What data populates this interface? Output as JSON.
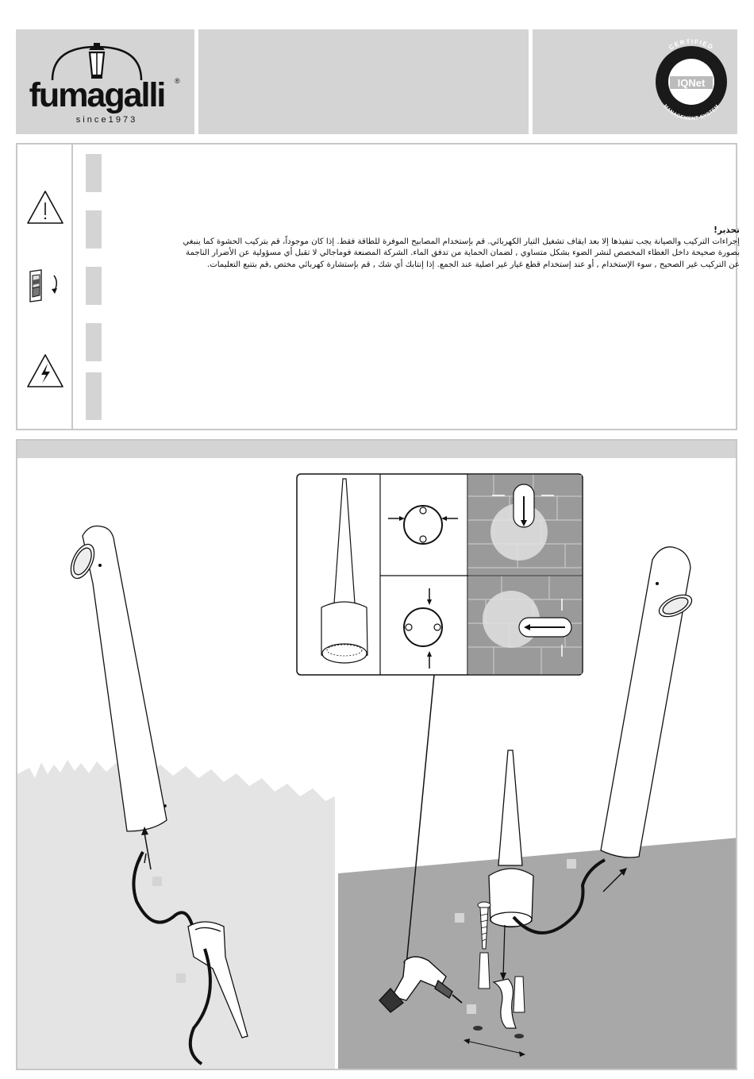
{
  "brand": {
    "logo_text": "fumagalli",
    "registered_mark": "®",
    "tagline": "s i n c e   1 9 7 3"
  },
  "certification": {
    "top_text": "CERTIFIED",
    "center_text": "IQNet",
    "bottom_text": "MANAGEMENT SYSTEM"
  },
  "warnings": {
    "icons": [
      "warning-triangle-icon",
      "power-switch-off-icon",
      "electric-shock-icon"
    ],
    "arabic_title": "تحذير!",
    "arabic_lines": [
      "إجراءات التركيب والصيانة يجب تنفيذها إلا بعد ايقاف تشغيل التيار الكهربائي. قم بإستخدام المصابيح الموفرة للطاقة فقط. إذا كان موجوداً، قم بتركيب الحشوة كما ينبغي",
      "بصورة صحيحة داخل الغطاء المخصص لنشر الضوء بشكل متساوي , لضمان الحماية من تدفق الماء.  الشركة المصنعة فوماجالي لا تقبل أي مسؤولية عن الأضرار الناجمة",
      "عن التركيب غير الصحيح , سوء الإستخدام , أو عند إستخدام قطع غيار غير اصلية عند الجمع. إذا إنتابك أي شك , قم بإستشارة كهربائي مختص ,قم بتتبع التعليمات."
    ]
  },
  "installation": {
    "illustrations": [
      "bollard-in-grass",
      "spike-detail-panel",
      "bollard-on-paving",
      "drill-icon",
      "screw-icon",
      "wall-plug-icon"
    ]
  },
  "colors": {
    "panel_grey": "#d4d4d4",
    "border_grey": "#c8c8c8",
    "ground_dark": "#a8a8a8",
    "grass_light": "#e4e4e4"
  }
}
